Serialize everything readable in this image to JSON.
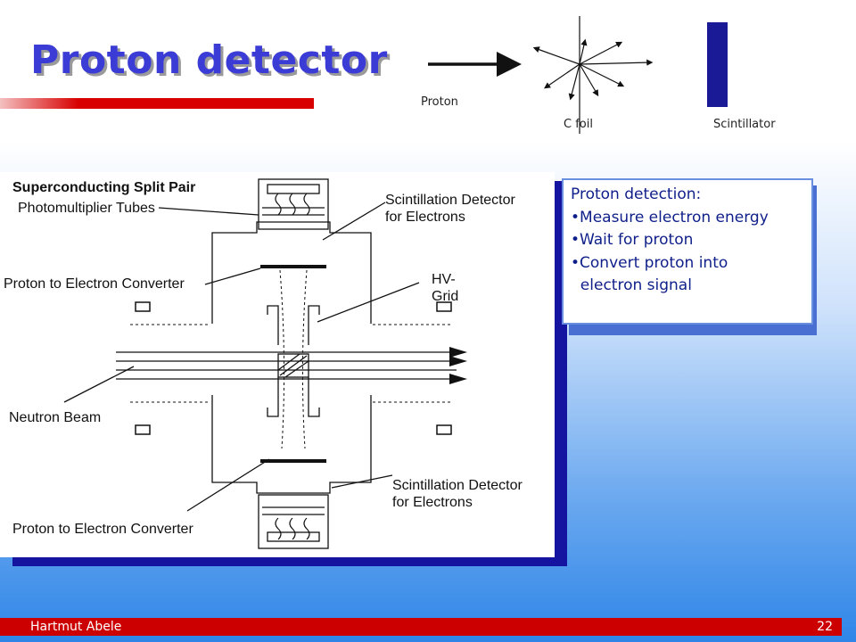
{
  "slide": {
    "title": "Proton detector",
    "author": "Hartmut Abele",
    "page_number": "22"
  },
  "top_diagram": {
    "proton_label": "Proton",
    "cfoil_label": "C foil",
    "scintillator_label": "Scintillator"
  },
  "detector_diagram": {
    "superconducting": "Superconducting Split Pair",
    "photomultiplier": "Photomultiplier Tubes",
    "scint_top_1": "Scintillation Detector",
    "scint_top_2": "for Electrons",
    "converter_top": "Proton to Electron Converter",
    "hv_1": "HV-",
    "hv_2": "Grid",
    "neutron_beam": "Neutron Beam",
    "scint_bottom_1": "Scintillation Detector",
    "scint_bottom_2": "for Electrons",
    "converter_bottom": "Proton to Electron Converter"
  },
  "text_box": {
    "heading": "Proton detection:",
    "items": [
      "•Measure electron energy",
      "•Wait for proton",
      "•Convert proton into",
      "  electron signal"
    ]
  },
  "colors": {
    "title": "#3b3bd6",
    "accent_red": "#cc0000",
    "panel_shadow": "#1414a0",
    "text_blue": "#0f1f8a"
  }
}
